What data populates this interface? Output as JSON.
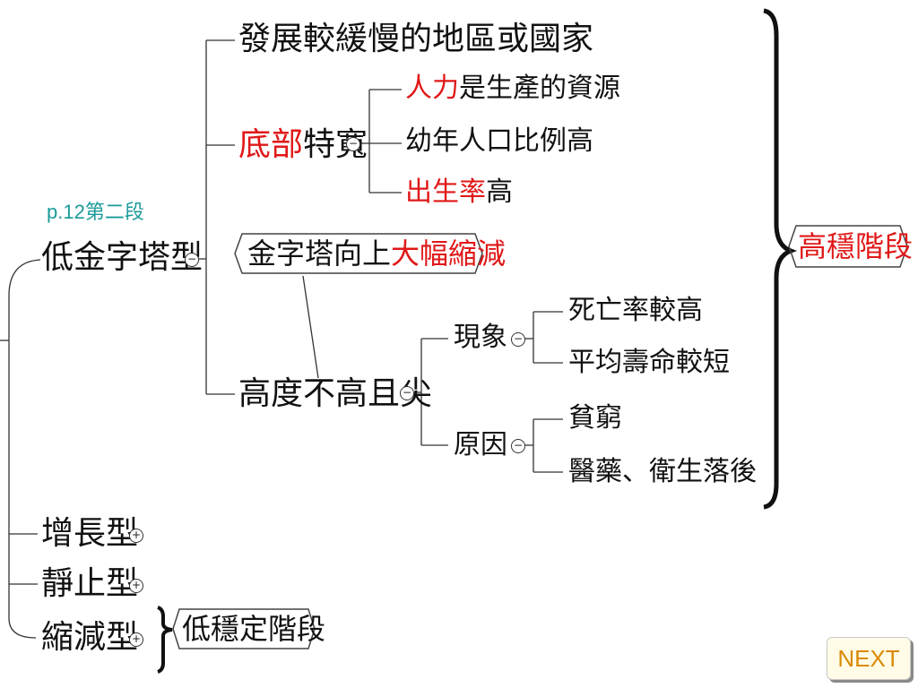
{
  "page_ref": "p.12第二段",
  "root": {
    "low_pyramid": "低金字塔型",
    "growth": "增長型",
    "stationary": "靜止型",
    "shrinking": "縮減型"
  },
  "branch1": "發展較緩慢的地區或國家",
  "branch2": {
    "red": "底部",
    "black": "特寬"
  },
  "branch2_children": [
    {
      "red": "人力",
      "black": "是生產的資源"
    },
    {
      "red": "",
      "black": "幼年人口比例高"
    },
    {
      "red": "出生率",
      "black": "高"
    }
  ],
  "callout": {
    "black": "金字塔向上",
    "red": "大幅縮減"
  },
  "branch3": "高度不高且尖",
  "phenomenon": "現象",
  "phenomenon_items": [
    "死亡率較高",
    "平均壽命較短"
  ],
  "cause": "原因",
  "cause_items": [
    "貧窮",
    "醫藥、衛生落後"
  ],
  "high_stable": "高穩階段",
  "low_stable": "低穩定階段",
  "next_button": "NEXT",
  "toggle_minus": "−",
  "toggle_plus": "+"
}
